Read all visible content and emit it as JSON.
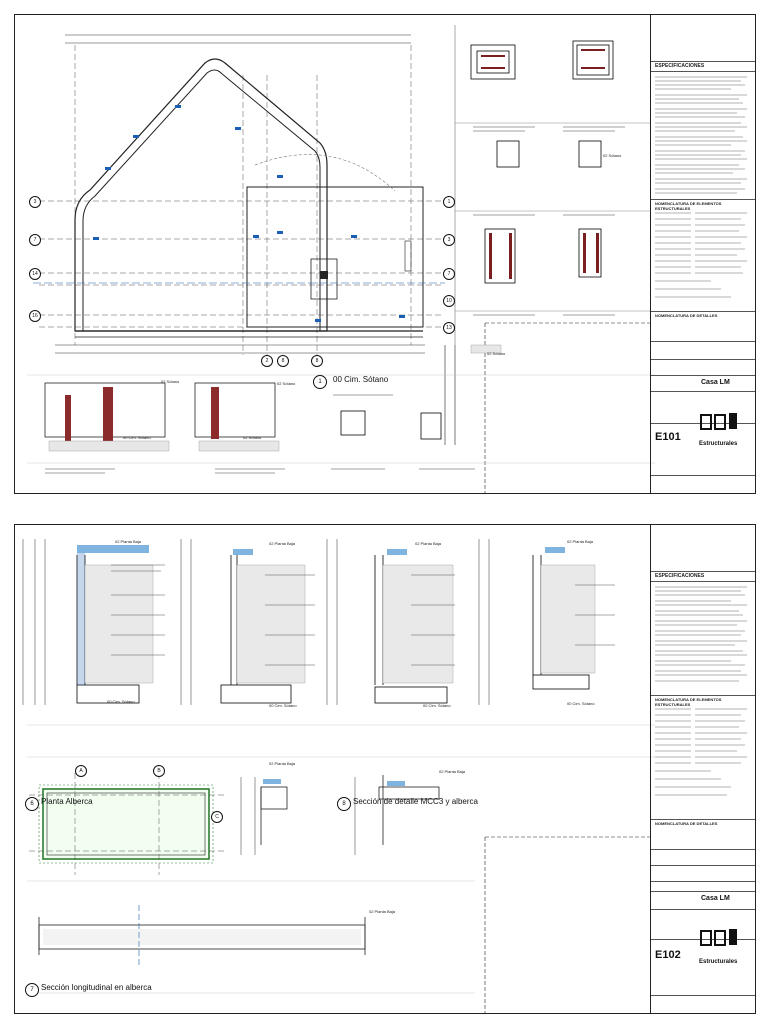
{
  "sheets": [
    {
      "sheet_number": "E101",
      "project_name": "Casa LM",
      "discipline": "Estructurales",
      "section_title": "ESPECIFICACIONES",
      "schedule_title": "NOMENCLATURA DE ELEMENTOS ESTRUCTURALES",
      "details_title": "NOMENCLATURA DE DETALLES",
      "main_view": {
        "number": "1",
        "title": "00 Cim. Sótano"
      },
      "level_tags": [
        "02 Sótano",
        "02 Sótano",
        "02 Sótano",
        "00 Cim. Sótano",
        "02 Sótano",
        "02 Sótano"
      ],
      "grid_bubbles_left": [
        "3",
        "7",
        "14",
        "16"
      ],
      "grid_bubbles_right": [
        "1",
        "3",
        "7",
        "10",
        "13"
      ],
      "grid_bubbles_bottom": [
        "2",
        "8",
        "8"
      ]
    },
    {
      "sheet_number": "E102",
      "project_name": "Casa LM",
      "discipline": "Estructurales",
      "section_title": "ESPECIFICACIONES",
      "schedule_title": "NOMENCLATURA DE ELEMENTOS ESTRUCTURALES",
      "details_title": "NOMENCLATURA DE DETALLES",
      "views": [
        {
          "number": "6",
          "title": "Planta Alberca"
        },
        {
          "number": "8",
          "title": "Sección de detalle MCC3 y alberca"
        },
        {
          "number": "7",
          "title": "Sección longitudinal en alberca"
        }
      ],
      "level_tags": [
        "02 Planta Baja",
        "02 Planta Baja",
        "02 Planta Baja",
        "02 Planta Baja",
        "00 Cim. Sótano",
        "00 Cim. Sótano",
        "00 Cim. Sótano",
        "00 Cim. Sótano",
        "02 Planta Baja",
        "02 Planta Baja",
        "02 Planta Baja"
      ]
    }
  ]
}
